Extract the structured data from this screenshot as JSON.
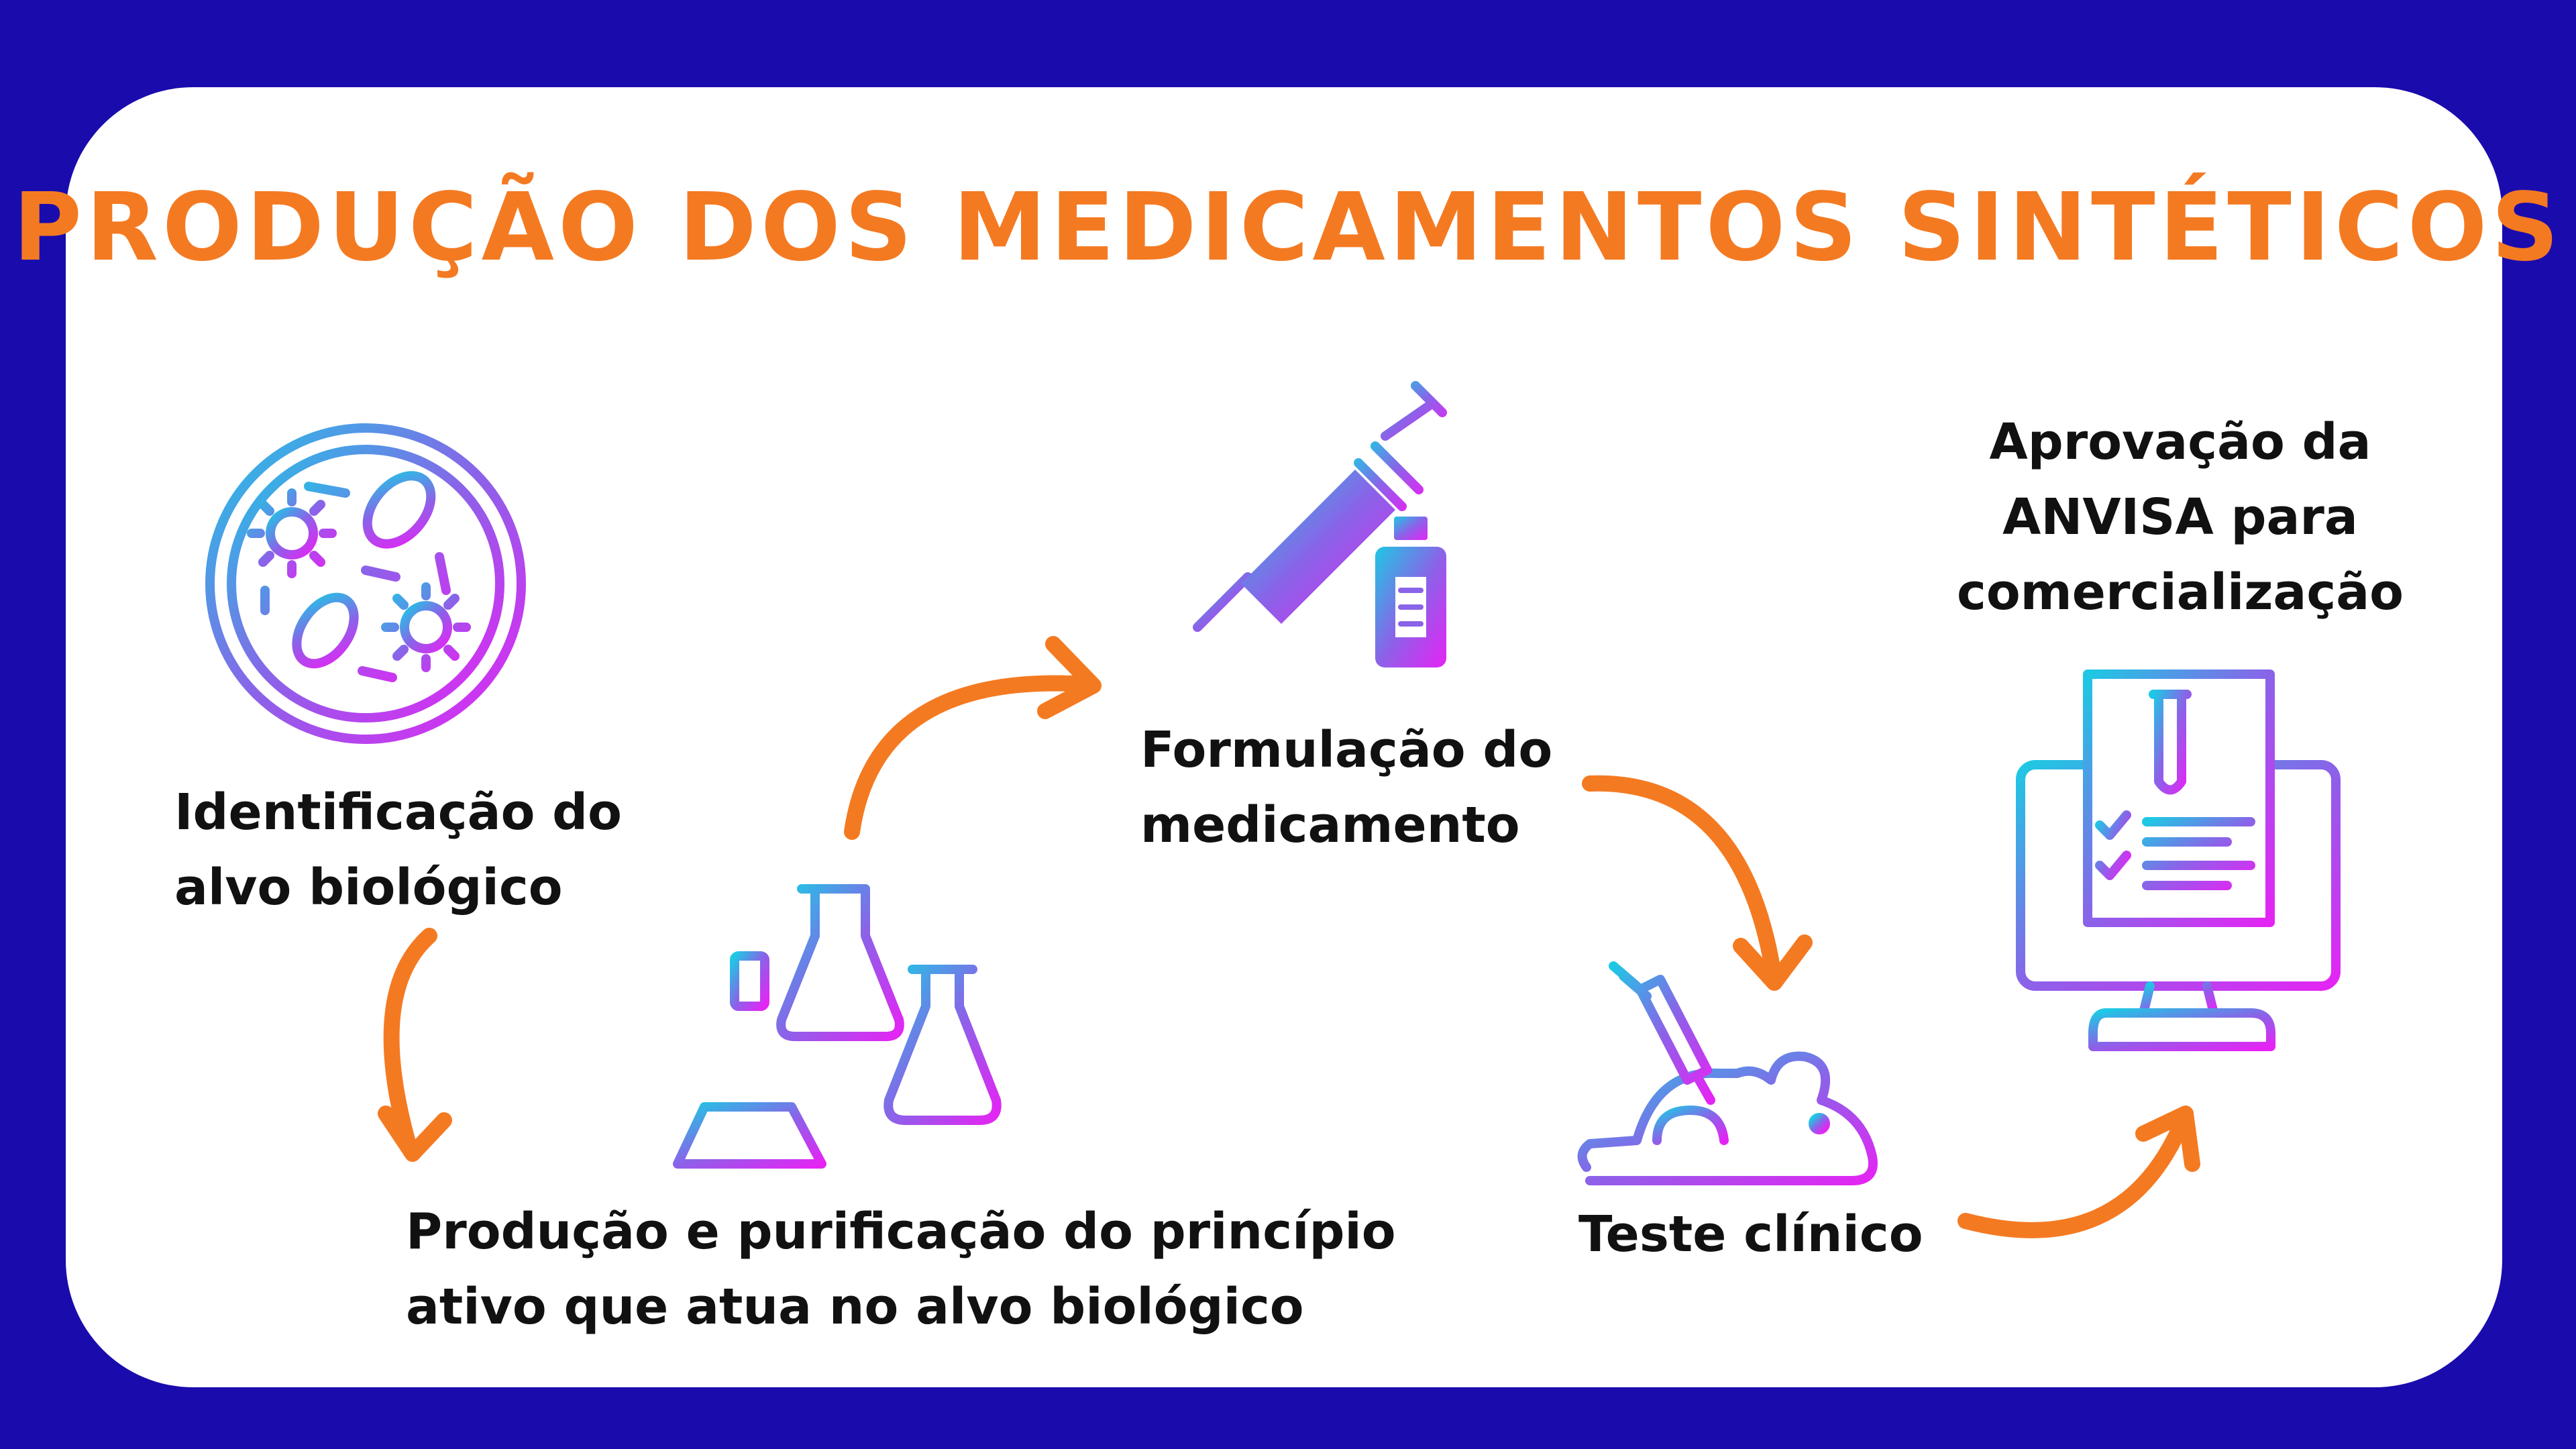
{
  "title": "PRODUÇÃO DOS MEDICAMENTOS SINTÉTICOS",
  "colors": {
    "background": "#1a0bad",
    "card": "#ffffff",
    "accent": "#f47a22",
    "icon_gradient_start": "#1ec8e4",
    "icon_gradient_mid": "#8a63e8",
    "icon_gradient_end": "#e524f4",
    "text": "#111111"
  },
  "steps": [
    {
      "icon": "petri-dish-icon",
      "lines": [
        "Identificação do",
        "alvo biológico"
      ]
    },
    {
      "icon": "lab-flasks-icon",
      "lines": [
        "Produção e purificação do princípio",
        "ativo que atua no alvo biológico"
      ]
    },
    {
      "icon": "syringe-vial-icon",
      "lines": [
        "Formulação do",
        "medicamento"
      ]
    },
    {
      "icon": "mouse-syringe-icon",
      "lines": [
        "Teste clínico"
      ]
    },
    {
      "icon": "monitor-document-icon",
      "lines": [
        "Aprovação da",
        "ANVISA para",
        "comercialização"
      ]
    }
  ],
  "arrows": [
    "curved-arrow-icon",
    "curved-arrow-icon",
    "curved-arrow-icon",
    "curved-arrow-icon"
  ]
}
